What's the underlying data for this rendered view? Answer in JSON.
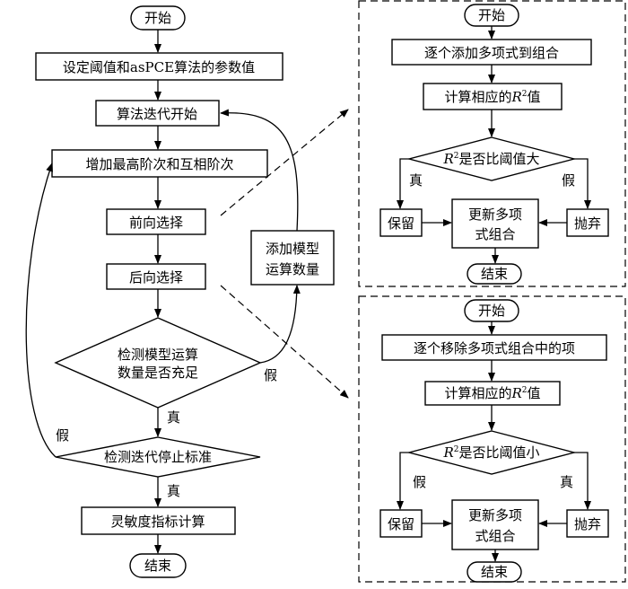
{
  "main_flow": {
    "start": "开始",
    "set_params": "设定阈值和asPCE算法的参数值",
    "iter_start": "算法迭代开始",
    "increase_order": "增加最高阶次和互相阶次",
    "forward_select": "前向选择",
    "backward_select": "后向选择",
    "check_model_line1": "检测模型运算",
    "check_model_line2": "数量是否充足",
    "check_stop": "检测迭代停止标准",
    "sensitivity": "灵敏度指标计算",
    "end": "结束",
    "add_model_line1": "添加模型",
    "add_model_line2": "运算数量",
    "label_true_1": "真",
    "label_true_2": "真",
    "label_false_1": "假",
    "label_false_2": "假"
  },
  "forward_panel": {
    "start": "开始",
    "add_poly": "逐个添加多项式到组合",
    "calc_r2_prefix": "计算相应的",
    "r2_symbol": "R",
    "r2_sup": "2",
    "calc_r2_suffix": "值",
    "decision_suffix": "是否比阈值大",
    "keep": "保留",
    "update_line1": "更新多项",
    "update_line2": "式组合",
    "discard": "抛弃",
    "end": "结束",
    "label_true": "真",
    "label_false": "假"
  },
  "backward_panel": {
    "start": "开始",
    "remove_poly": "逐个移除多项式组合中的项",
    "calc_r2_prefix": "计算相应的",
    "r2_symbol": "R",
    "r2_sup": "2",
    "calc_r2_suffix": "值",
    "decision_suffix": "是否比阈值小",
    "keep": "保留",
    "update_line1": "更新多项",
    "update_line2": "式组合",
    "discard": "抛弃",
    "end": "结束",
    "label_false": "假",
    "label_true": "真"
  }
}
